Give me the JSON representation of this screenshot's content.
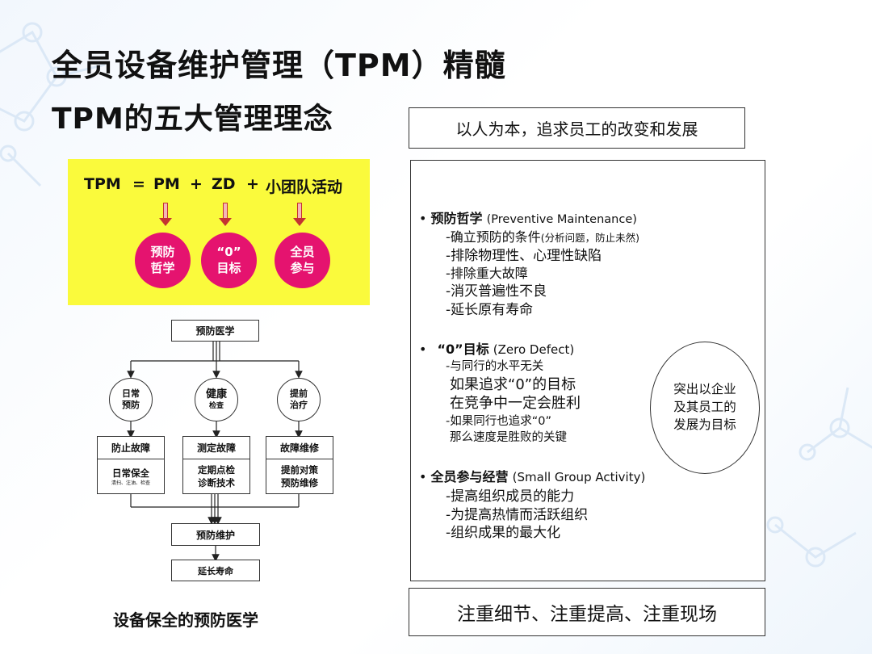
{
  "title_main": "全员设备维护管理（TPM）精髓",
  "title_sub": "TPM的五大管理理念",
  "formula": {
    "terms": [
      "TPM",
      "=",
      "PM",
      "+",
      "ZD",
      "+",
      "小团队活动"
    ],
    "circles": [
      {
        "line1": "预防",
        "line2": "哲学"
      },
      {
        "line1": "“0”",
        "line2": "目标"
      },
      {
        "line1": "全员",
        "line2": "参与"
      }
    ],
    "fill_color": "#fafa3c",
    "circle_color": "#e5136f"
  },
  "flowchart": {
    "top": "预防医学",
    "circles": [
      {
        "line1": "日常",
        "line2": "预防"
      },
      {
        "line1": "健康",
        "line2": "检查"
      },
      {
        "line1": "提前",
        "line2": "治疗"
      }
    ],
    "boxes": [
      {
        "head": "防止故障",
        "line1": "日常保全",
        "line2": "清扫、注油、检查"
      },
      {
        "head": "测定故障",
        "line1": "定期点检",
        "line2": "诊断技术"
      },
      {
        "head": "故障维修",
        "line1": "提前对策",
        "line2": "预防维修"
      }
    ],
    "merge": "预防维护",
    "end": "延长寿命",
    "caption": "设备保全的预防医学"
  },
  "right": {
    "top_banner": "以人为本，追求员工的改变和发展",
    "bottom_banner": "注重细节、注重提高、注重现场",
    "pm": {
      "bullet": "•",
      "title": "预防哲学",
      "en": "(Preventive Maintenance)",
      "item1_main": "-确立预防的条件",
      "item1_note": "(分析问题，防止未然)",
      "items": [
        "-排除物理性、心理性缺陷",
        "-排除重大故障",
        "-消灭普遍性不良",
        "-延长原有寿命"
      ]
    },
    "zd": {
      "bullet": "•",
      "title": "“0”目标",
      "en": "(Zero Defect)",
      "items": [
        "-与同行的水平无关",
        "如果追求“0”的目标",
        "在竞争中一定会胜利",
        "-如果同行也追求“0”",
        "那么速度是胜败的关键"
      ]
    },
    "sga": {
      "bullet": "•",
      "title": "全员参与经营",
      "en": "(Small Group Activity)",
      "items": [
        "-提高组织成员的能力",
        "-为提高热情而活跃组织",
        "-组织成果的最大化"
      ]
    },
    "oval": [
      "突出以企业",
      "及其员工的",
      "发展为目标"
    ]
  }
}
